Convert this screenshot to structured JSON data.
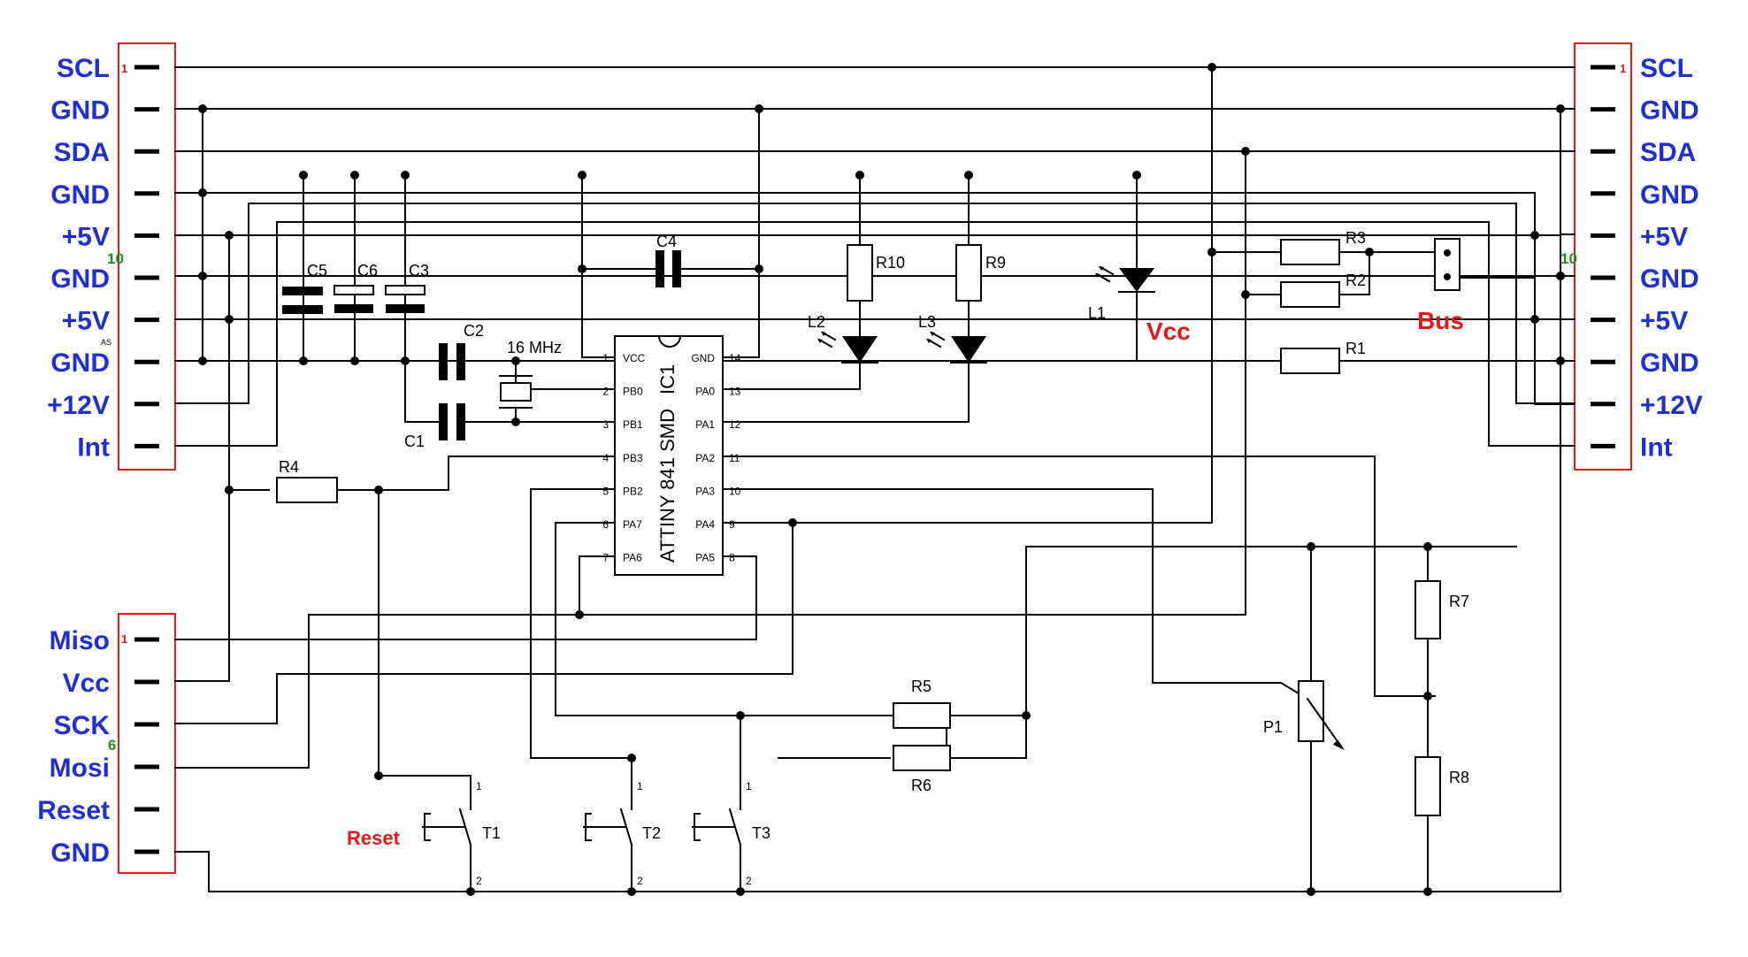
{
  "connector_left": {
    "pins": [
      "SCL",
      "GND",
      "SDA",
      "GND",
      "+5V",
      "GND",
      "+5V",
      "GND",
      "+12V",
      "Int"
    ],
    "first_num": "1",
    "last_num": "10",
    "as_mark": "AS"
  },
  "connector_right": {
    "pins": [
      "SCL",
      "GND",
      "SDA",
      "GND",
      "+5V",
      "GND",
      "+5V",
      "GND",
      "+12V",
      "Int"
    ],
    "first_num": "1",
    "last_num": "10"
  },
  "connector_isp": {
    "pins": [
      "Miso",
      "Vcc",
      "SCK",
      "Mosi",
      "Reset",
      "GND"
    ],
    "first_num": "1",
    "last_num": "6"
  },
  "ic": {
    "name": "ATTINY 841 SMD",
    "ref": "IC1",
    "left_pins": [
      {
        "num": "1",
        "name": "VCC"
      },
      {
        "num": "2",
        "name": "PB0"
      },
      {
        "num": "3",
        "name": "PB1"
      },
      {
        "num": "4",
        "name": "PB3"
      },
      {
        "num": "5",
        "name": "PB2"
      },
      {
        "num": "6",
        "name": "PA7"
      },
      {
        "num": "7",
        "name": "PA6"
      }
    ],
    "right_pins": [
      {
        "num": "14",
        "name": "GND"
      },
      {
        "num": "13",
        "name": "PA0"
      },
      {
        "num": "12",
        "name": "PA1"
      },
      {
        "num": "11",
        "name": "PA2"
      },
      {
        "num": "10",
        "name": "PA3"
      },
      {
        "num": "9",
        "name": "PA4"
      },
      {
        "num": "8",
        "name": "PA5"
      }
    ]
  },
  "labels": {
    "c1": "C1",
    "c2": "C2",
    "c3": "C3",
    "c4": "C4",
    "c5": "C5",
    "c6": "C6",
    "crystal": "16 MHz",
    "r1": "R1",
    "r2": "R2",
    "r3": "R3",
    "r4": "R4",
    "r5": "R5",
    "r6": "R6",
    "r7": "R7",
    "r8": "R8",
    "r9": "R9",
    "r10": "R10",
    "l1": "L1",
    "l2": "L2",
    "l3": "L3",
    "p1": "P1",
    "t1": "T1",
    "t2": "T2",
    "t3": "T3",
    "sw_pin1": "1",
    "sw_pin2": "2"
  },
  "highlights": {
    "vcc": "Vcc",
    "bus": "Bus",
    "reset": "Reset"
  },
  "colors": {
    "pin_label": "#1f2fd0",
    "highlight": "#e01b1b",
    "pin_count": "#1f8f1f"
  }
}
